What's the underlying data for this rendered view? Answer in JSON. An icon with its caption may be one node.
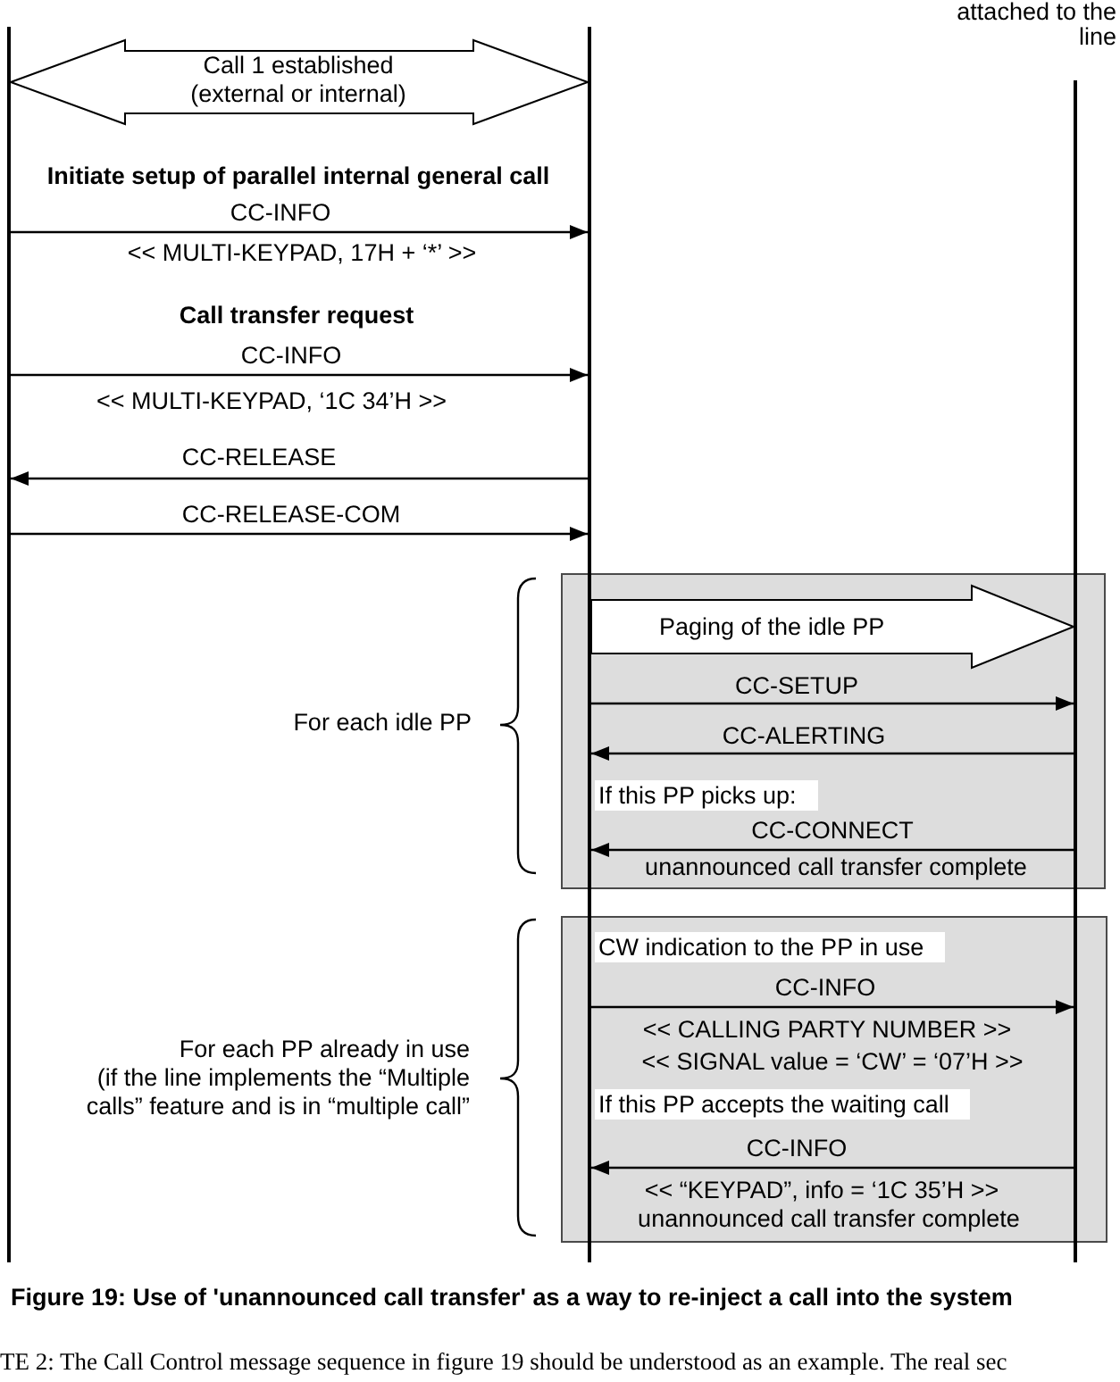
{
  "diagram": {
    "caption": "Figure 19: Use of 'unannounced call transfer' as a way to re-inject a call into the system",
    "nodes": [
      {
        "text": [],
        "shape": "bar"
      },
      {
        "text": [],
        "shape": "bar"
      },
      {
        "text": [],
        "shape": "bar",
        "beside": [
          "attached to the line"
        ]
      },
      {
        "text": [],
        "shape": "box",
        "beside": [
          "For each idle PP"
        ]
      },
      {
        "text": [
          "If this PP picks up:"
        ],
        "in": 3
      },
      {
        "text": [],
        "shape": "box",
        "beside": [
          "For each PP already in use",
          "(if the line implements the “Multiple calls” feature and is in “multiple call”"
        ]
      },
      {
        "text": [
          "CW indication to the PP in use"
        ],
        "in": 5
      },
      {
        "text": [
          "If this PP accepts the waiting call"
        ],
        "in": 5
      }
    ],
    "edges": [
      {
        "from": 0,
        "to": 1,
        "arrow": "both",
        "label": "Call 1 established (external or internal)",
        "style": "thick"
      },
      {
        "from": 0,
        "to": 1,
        "arrow": "to",
        "label": "CC-INFO"
      },
      {
        "from": 0,
        "to": 1,
        "arrow": "to",
        "label": "CC-INFO"
      },
      {
        "from": 1,
        "to": 0,
        "arrow": "to",
        "label": "CC-RELEASE"
      },
      {
        "from": 0,
        "to": 1,
        "arrow": "to",
        "label": "CC-RELEASE-COM"
      },
      {
        "from": 1,
        "to": 2,
        "arrow": "to",
        "label": "Paging of the idle PP",
        "style": "thick"
      },
      {
        "from": 1,
        "to": 2,
        "arrow": "to",
        "label": "CC-SETUP"
      },
      {
        "from": 2,
        "to": 1,
        "arrow": "to",
        "label": "CC-ALERTING"
      },
      {
        "from": 2,
        "to": 1,
        "arrow": "to",
        "label": "CC-CONNECT"
      },
      {
        "from": 1,
        "to": 2,
        "arrow": "to",
        "label": "CC-INFO"
      },
      {
        "from": 2,
        "to": 1,
        "arrow": "to",
        "label": "CC-INFO"
      }
    ],
    "labels": [
      "Initiate setup of parallel internal general call",
      "<< MULTI-KEYPAD, 17H + ‘*’ >>",
      "Call transfer request",
      "<< MULTI-KEYPAD, ‘1C 34’H >>",
      "unannounced call transfer complete",
      "<< CALLING PARTY NUMBER >>",
      "<< SIGNAL value = ‘CW’ = ‘07’H >>",
      "<< “KEYPAD”, info = ‘1C 35’H >>",
      "unannounced call transfer complete",
      "TE 2: The Call Control message sequence in figure 19 should be understood as an example. The real sec"
    ]
  }
}
